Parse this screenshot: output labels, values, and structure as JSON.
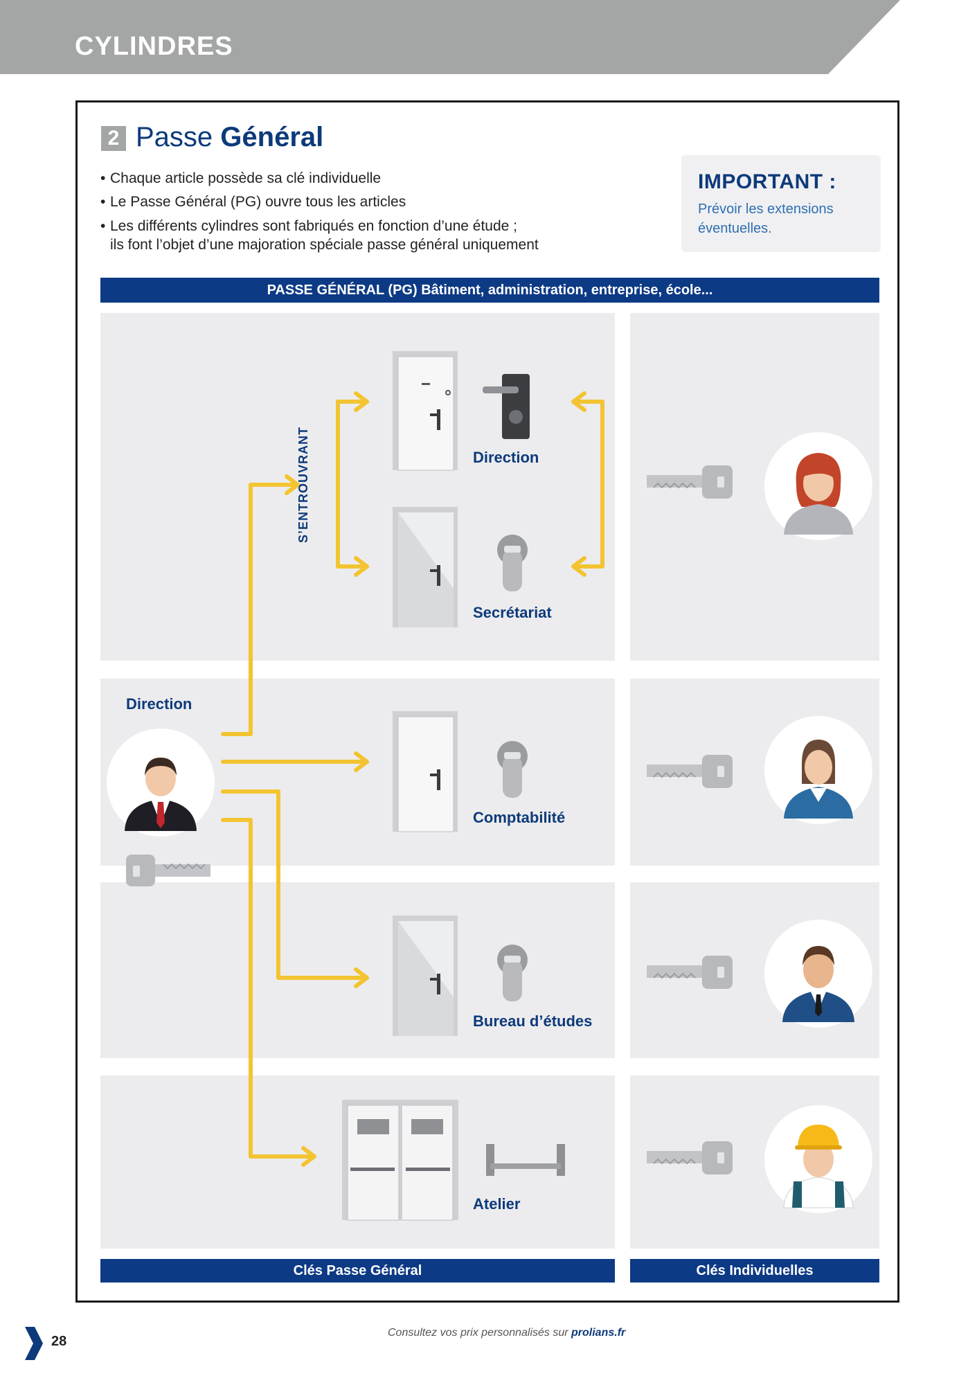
{
  "header": {
    "title": "CYLINDRES"
  },
  "section": {
    "number": "2",
    "title_light": "Passe ",
    "title_bold": "Général"
  },
  "bullets": [
    "Chaque article possède sa clé individuelle",
    "Le Passe Général (PG) ouvre tous les articles",
    "Les différents cylindres sont fabriqués en fonction d’une étude ;",
    "ils font l’objet d’une majoration spéciale passe général uniquement"
  ],
  "important": {
    "title": "IMPORTANT :",
    "text": "Prévoir les extensions éventuelles."
  },
  "banner": "PASSE GÉNÉRAL (PG) Bâtiment, administration, entreprise, école...",
  "diagram": {
    "holder_label": "Direction",
    "group_label": "S’ENTROUVRANT",
    "rooms": [
      "Direction",
      "Secrétariat",
      "Comptabilité",
      "Bureau d’études",
      "Atelier"
    ]
  },
  "bottom_labels": {
    "left": "Clés Passe Général",
    "right": "Clés Individuelles"
  },
  "footer": {
    "page_number": "28",
    "note_prefix": "Consultez vos prix personnalisés sur ",
    "note_site": "prolians.fr"
  },
  "colors": {
    "navy": "#0d3a85",
    "arrow": "#f3c431",
    "grey_band": "#a4a6a6",
    "panel": "#ececee"
  }
}
